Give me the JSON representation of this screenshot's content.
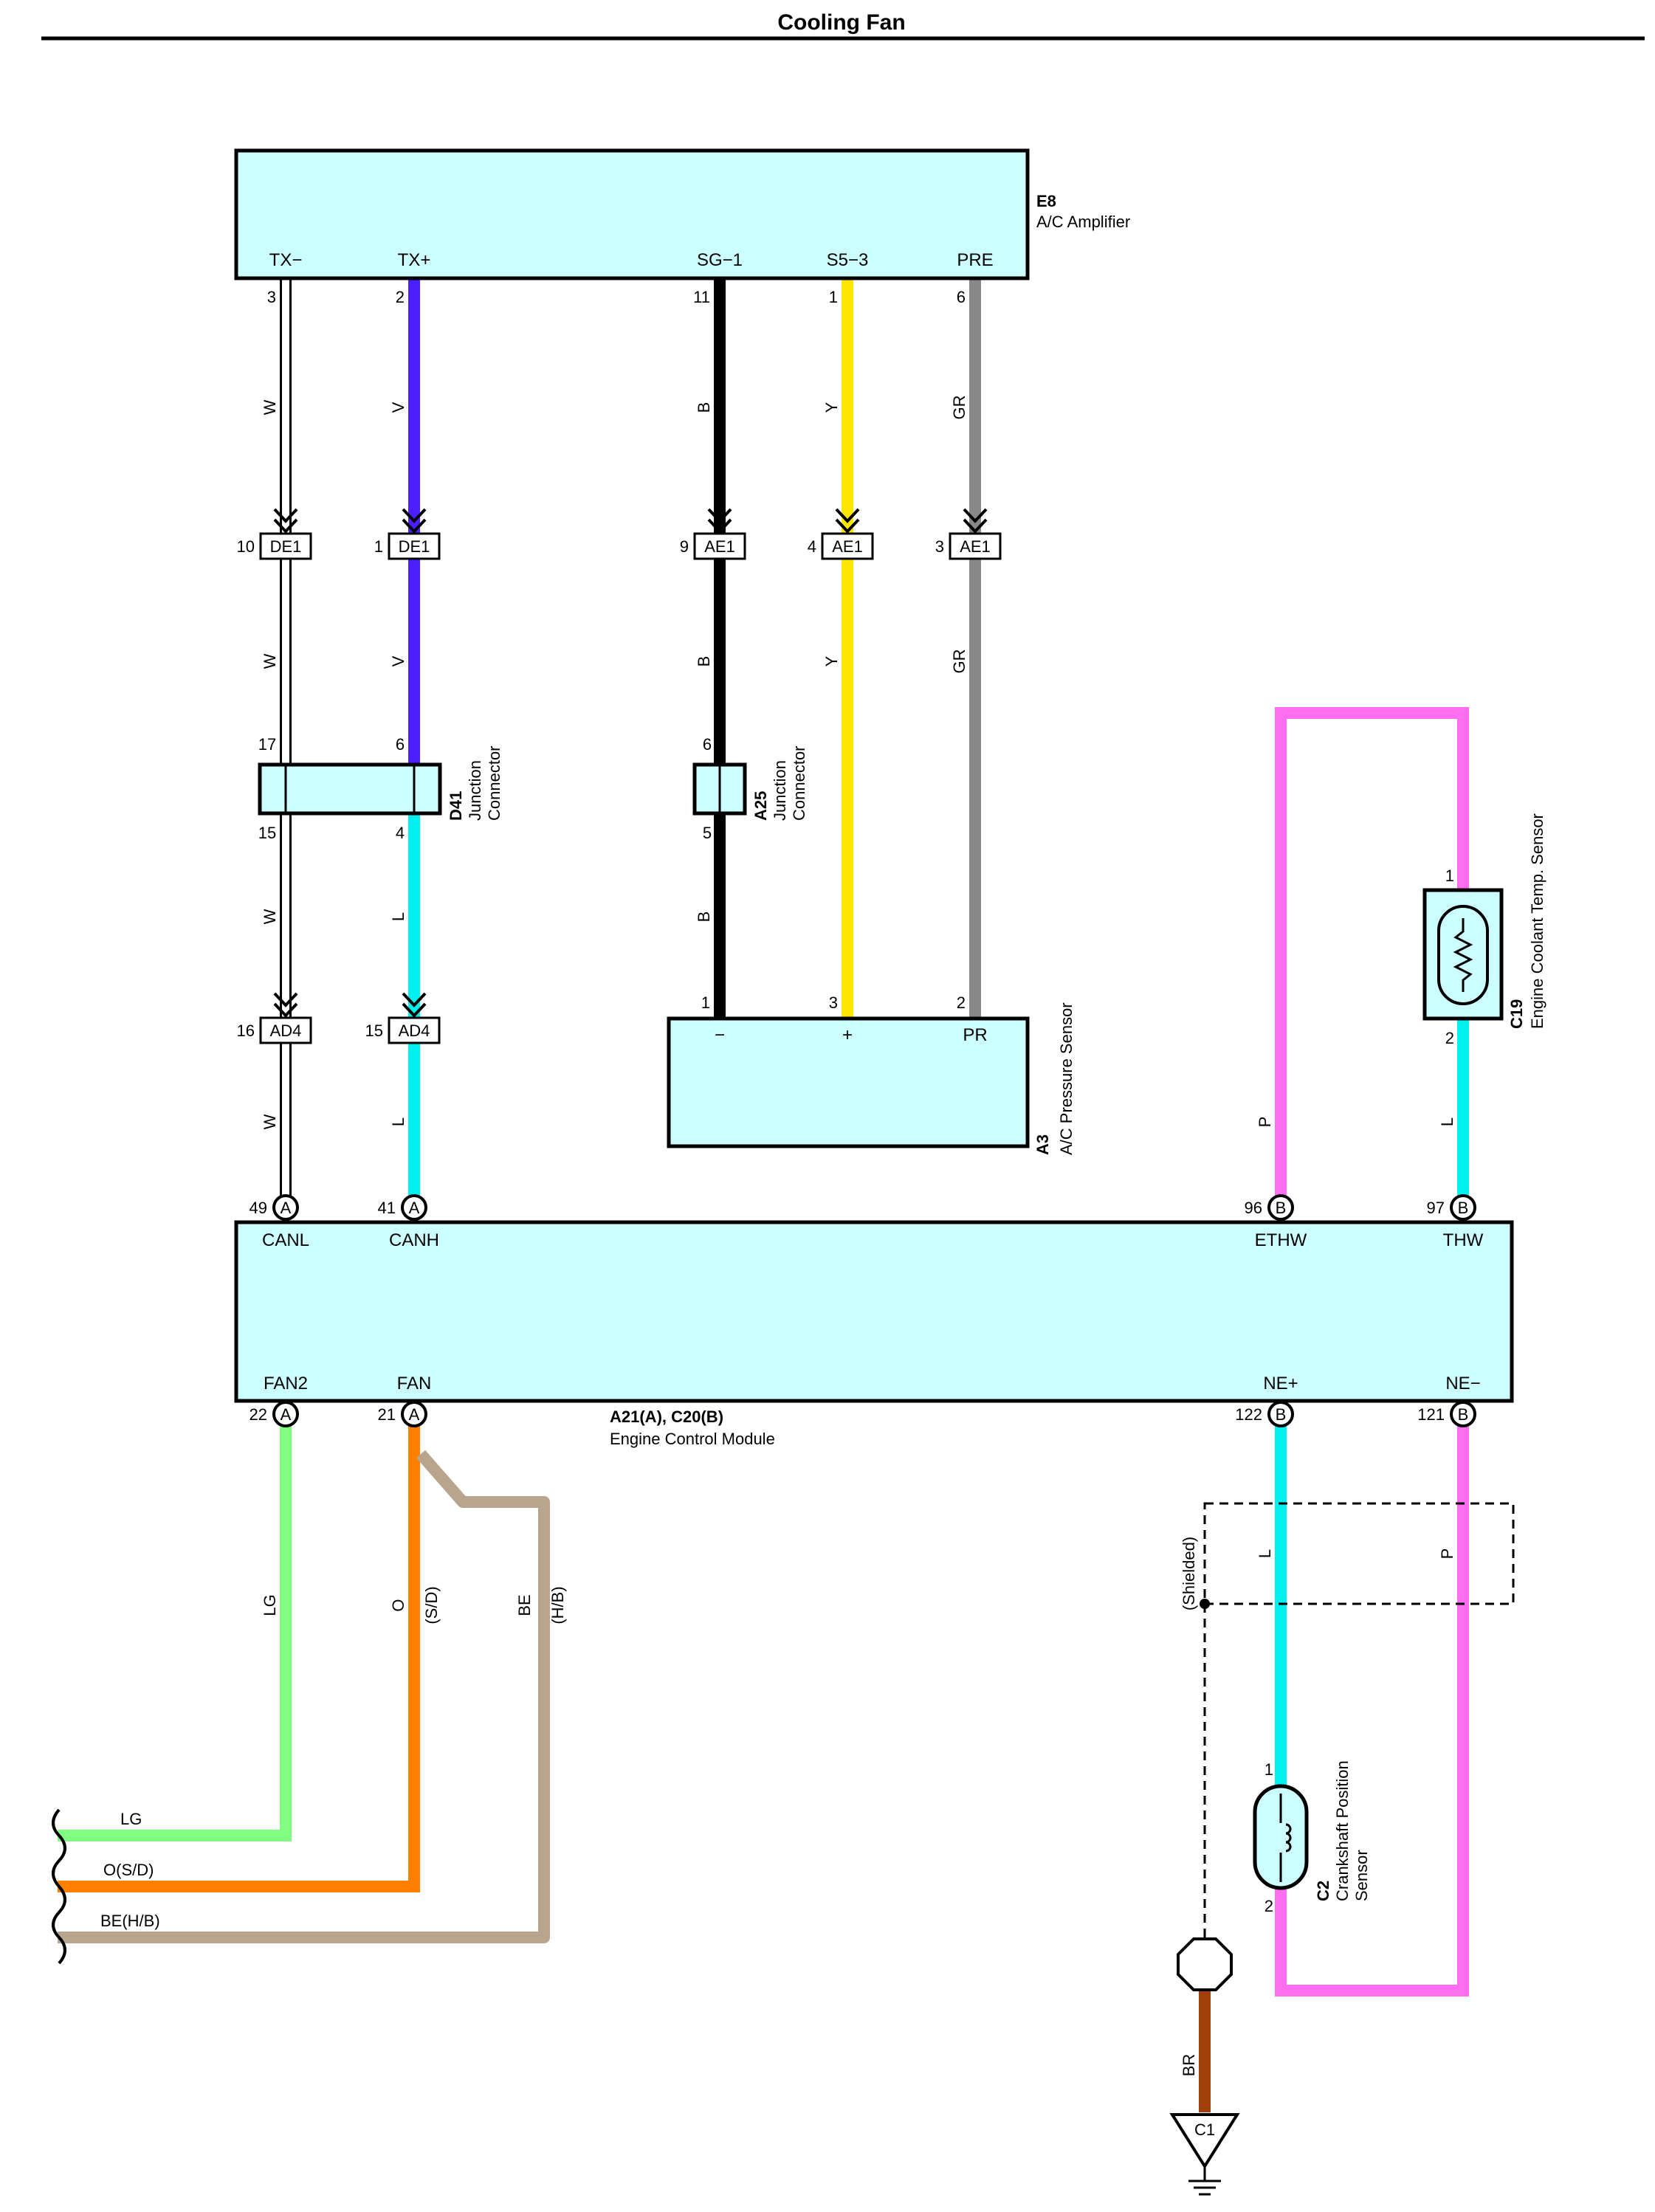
{
  "title": "Cooling Fan",
  "colors": {
    "box_fill": "#ccffff",
    "W": "#ffffff",
    "V": "#4b1fff",
    "B": "#000000",
    "Y": "#ffe600",
    "GR": "#888888",
    "L": "#00f0f0",
    "P": "#ff6ef0",
    "LG": "#80ff80",
    "O": "#ff8000",
    "BE": "#b9a48e",
    "BR": "#a0400a"
  },
  "components": {
    "e8": {
      "id": "E8",
      "name": "A/C Amplifier",
      "terminals": [
        "TX−",
        "TX+",
        "SG−1",
        "S5−3",
        "PRE"
      ],
      "pins": [
        "3",
        "2",
        "11",
        "1",
        "6"
      ]
    },
    "ecm": {
      "id": "A21(A), C20(B)",
      "name": "Engine Control Module",
      "top_terminals": [
        "CANL",
        "CANH",
        "ETHW",
        "THW"
      ],
      "top_pins": [
        "49",
        "41",
        "96",
        "97"
      ],
      "bottom_terminals": [
        "FAN2",
        "FAN",
        "NE+",
        "NE−"
      ],
      "bottom_pins": [
        "22",
        "21",
        "122",
        "121"
      ],
      "connector_a": "A",
      "connector_b": "B"
    },
    "a3": {
      "id": "A3",
      "name": "A/C Pressure Sensor",
      "terminals": [
        "−",
        "+",
        "PR"
      ],
      "pins": [
        "1",
        "3",
        "2"
      ]
    },
    "d41": {
      "id": "D41",
      "name1": "Junction",
      "name2": "Connector",
      "pins_top": [
        "17",
        "6"
      ],
      "pins_bottom": [
        "15",
        "4"
      ]
    },
    "a25": {
      "id": "A25",
      "name1": "Junction",
      "name2": "Connector",
      "pin_top": "6",
      "pin_bottom": "5"
    },
    "c19": {
      "id": "C19",
      "name": "Engine Coolant Temp.  Sensor",
      "pin_top": "1",
      "pin_bottom": "2"
    },
    "c2": {
      "id": "C2",
      "name1": "Crankshaft Position",
      "name2": "Sensor",
      "pin_top": "1",
      "pin_bottom": "2"
    },
    "c1": {
      "id": "C1"
    }
  },
  "inline_connectors": {
    "row1": [
      {
        "pin": "10",
        "code": "DE1"
      },
      {
        "pin": "1",
        "code": "DE1"
      },
      {
        "pin": "9",
        "code": "AE1"
      },
      {
        "pin": "4",
        "code": "AE1"
      },
      {
        "pin": "3",
        "code": "AE1"
      }
    ],
    "row2": [
      {
        "pin": "16",
        "code": "AD4"
      },
      {
        "pin": "15",
        "code": "AD4"
      }
    ]
  },
  "wire_codes": {
    "W": "W",
    "V": "V",
    "B": "B",
    "Y": "Y",
    "GR": "GR",
    "L": "L",
    "P": "P",
    "LG": "LG",
    "O": "O",
    "SD": "(S/D)",
    "BE": "BE",
    "HB": "(H/B)",
    "BR": "BR"
  },
  "shielded": "(Shielded)",
  "off_page": [
    "LG",
    "O(S/D)",
    "BE(H/B)"
  ]
}
